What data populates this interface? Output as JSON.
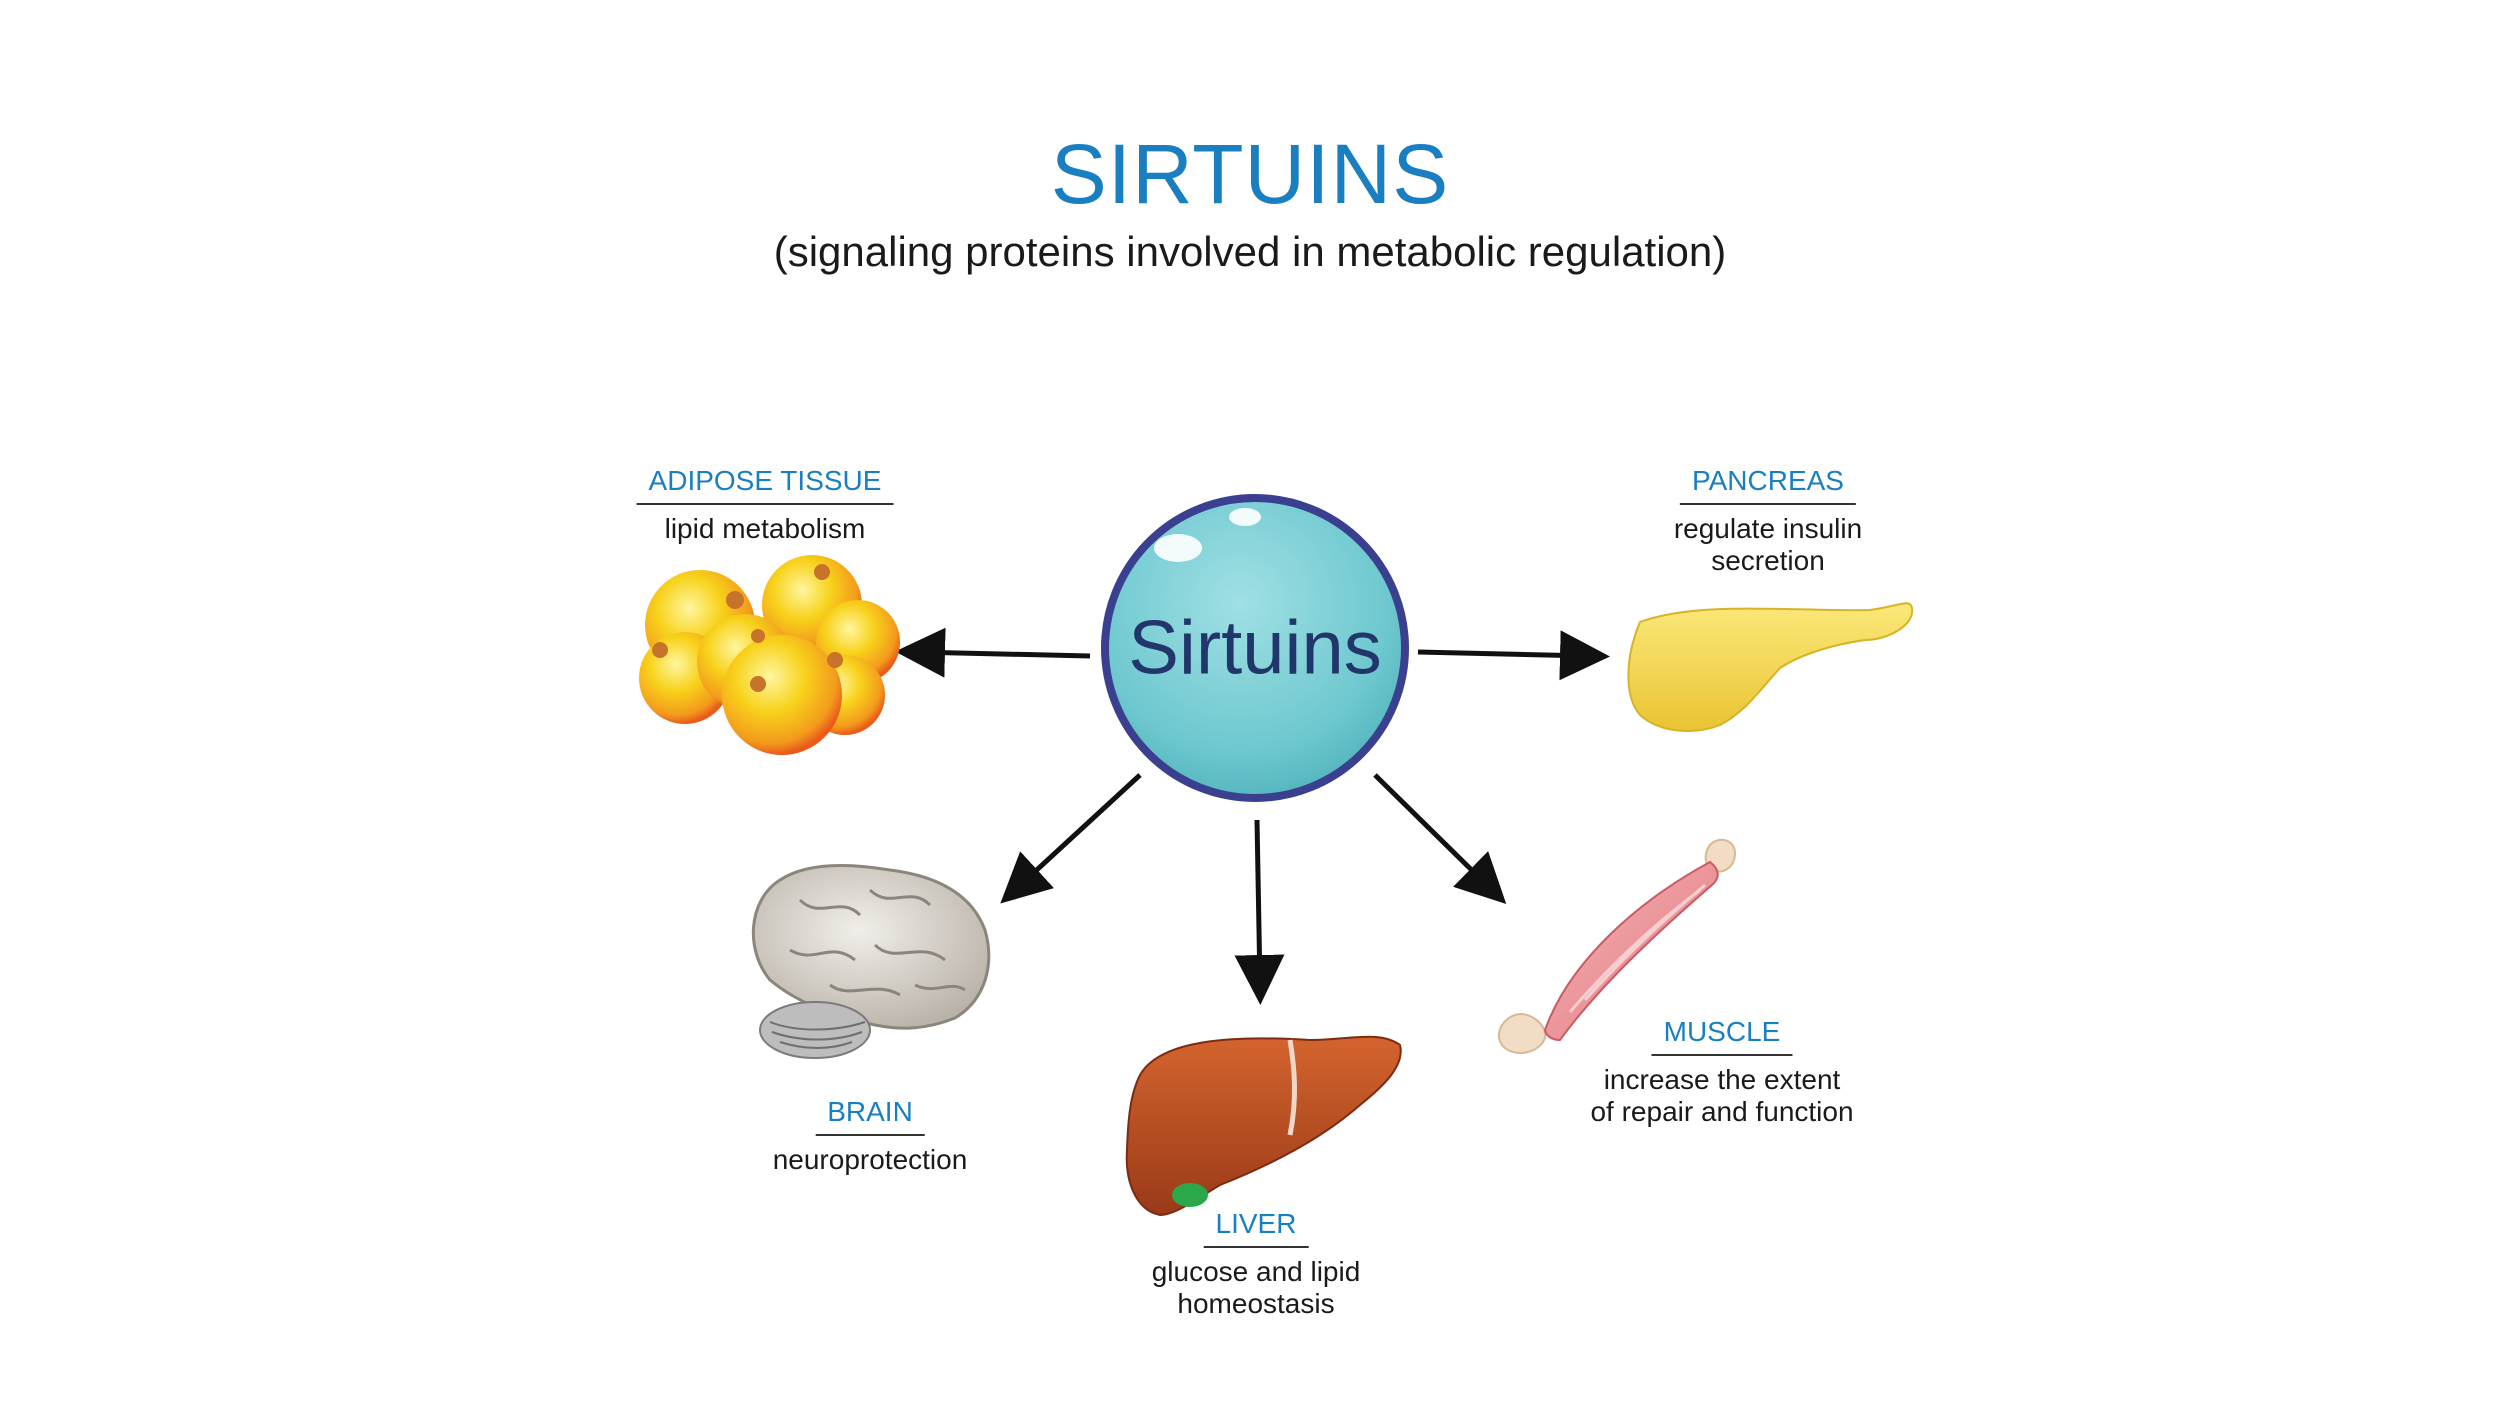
{
  "header": {
    "title": "SIRTUINS",
    "subtitle": "(signaling proteins involved in metabolic regulation)"
  },
  "hub": {
    "label": "Sirtuins"
  },
  "organs": [
    {
      "id": "adipose",
      "name": "ADIPOSE TISSUE",
      "desc_lines": [
        "lipid metabolism"
      ]
    },
    {
      "id": "pancreas",
      "name": "PANCREAS",
      "desc_lines": [
        "regulate insulin",
        "secretion"
      ]
    },
    {
      "id": "brain",
      "name": "BRAIN",
      "desc_lines": [
        "neuroprotection"
      ]
    },
    {
      "id": "liver",
      "name": "LIVER",
      "desc_lines": [
        "glucose and lipid",
        "homeostasis"
      ]
    },
    {
      "id": "muscle",
      "name": "MUSCLE",
      "desc_lines": [
        "increase the extent",
        "of repair and function"
      ]
    }
  ],
  "colors": {
    "title": "#1a7fc1",
    "hub_fill": "#6ec8cf",
    "hub_border": "#3a3f8f",
    "hub_text": "#21366b",
    "fat_cell": "#f7d21b",
    "pancreas": "#f5d84a",
    "liver": "#b84a1e",
    "gallbladder": "#2aa84a",
    "muscle": "#ea8a8f",
    "brain": "#d8d3cc"
  }
}
